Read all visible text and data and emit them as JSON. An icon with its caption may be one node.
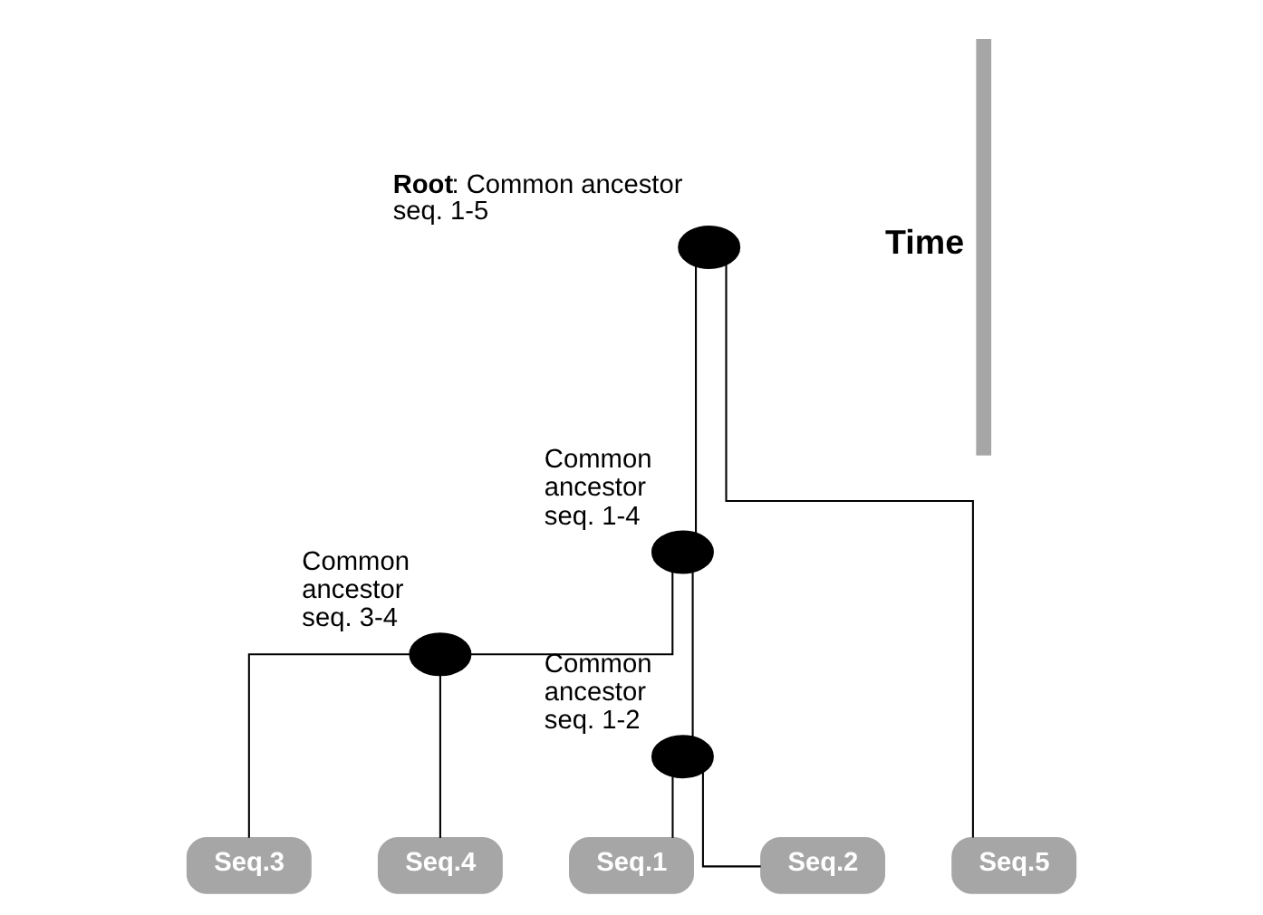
{
  "diagram": {
    "nodes": [
      {
        "text": [],
        "shape": "ellipse",
        "beside": [
          "**Root**: Common ancestor seq. 1-5"
        ]
      },
      {
        "text": [],
        "shape": "ellipse",
        "beside": [
          "Common ancestor seq. 1-4"
        ]
      },
      {
        "text": [],
        "shape": "ellipse",
        "beside": [
          "Common ancestor seq. 3-4"
        ]
      },
      {
        "text": [],
        "shape": "ellipse",
        "beside": [
          "Common ancestor seq. 1-2"
        ]
      },
      {
        "text": [
          "Seq.1"
        ]
      },
      {
        "text": [
          "Seq.2"
        ]
      },
      {
        "text": [
          "Seq.3"
        ]
      },
      {
        "text": [
          "Seq.4"
        ]
      },
      {
        "text": [
          "Seq.5"
        ]
      }
    ],
    "edges": [
      {
        "from": 0,
        "to": 1,
        "arrow": "none"
      },
      {
        "from": 0,
        "to": 8,
        "arrow": "none"
      },
      {
        "from": 1,
        "to": 3,
        "arrow": "none"
      },
      {
        "from": 1,
        "to": 2,
        "arrow": "none"
      },
      {
        "from": 3,
        "to": 4,
        "arrow": "none"
      },
      {
        "from": 3,
        "to": 5,
        "arrow": "none"
      },
      {
        "from": 2,
        "to": 6,
        "arrow": "none"
      },
      {
        "from": 2,
        "to": 7,
        "arrow": "none"
      }
    ],
    "labels": [
      "Time"
    ]
  }
}
